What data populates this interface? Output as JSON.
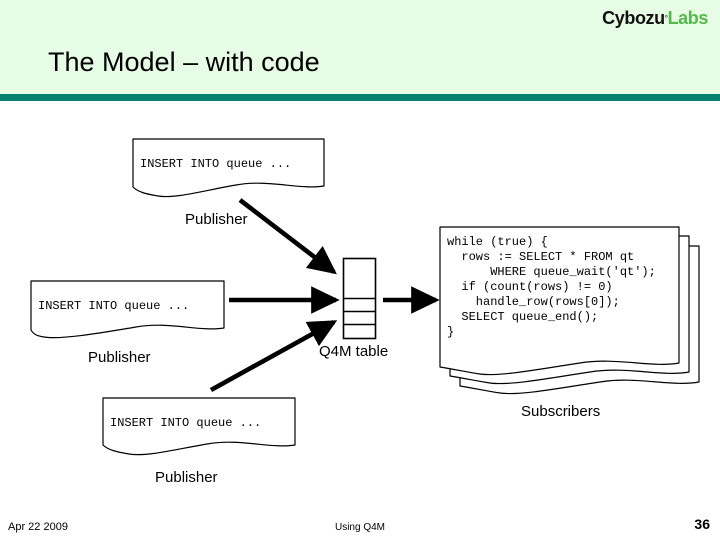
{
  "slide": {
    "title": "The Model – with code",
    "brand": {
      "primary": "Cybozu",
      "mark": "°",
      "secondary": "Labs"
    },
    "colors": {
      "header_band": "#e7fce4",
      "header_rule": "#00806e",
      "brand_primary": "#111111",
      "brand_secondary": "#54b948",
      "stroke": "#000000",
      "page_background": "#ffffff"
    }
  },
  "diagram": {
    "publishers": [
      {
        "id": "publisher-top",
        "code": "INSERT INTO queue ...",
        "label": "Publisher"
      },
      {
        "id": "publisher-middle",
        "code": "INSERT INTO queue ...",
        "label": "Publisher"
      },
      {
        "id": "publisher-bottom",
        "code": "INSERT INTO queue ...",
        "label": "Publisher"
      }
    ],
    "queue_table": {
      "label": "Q4M table"
    },
    "subscribers": {
      "label": "Subscribers",
      "code": "while (true) {\n  rows := SELECT * FROM qt\n      WHERE queue_wait('qt');\n  if (count(rows) != 0)\n    handle_row(rows[0]);\n  SELECT queue_end();\n}"
    }
  },
  "footer": {
    "date": "Apr 22 2009",
    "center": "Using Q4M",
    "page_number": "36"
  }
}
